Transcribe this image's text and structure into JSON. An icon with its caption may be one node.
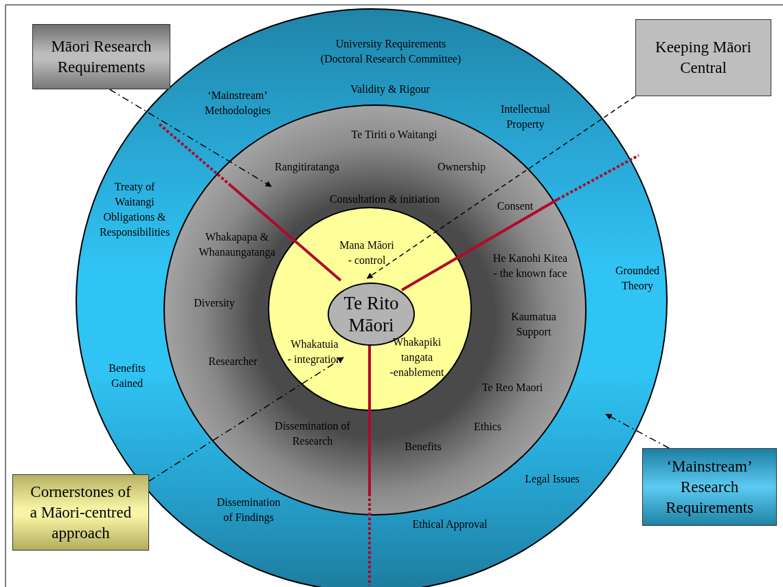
{
  "diagram": {
    "nodes": [
      {
        "text": [],
        "shape": "circle"
      },
      {
        "text": [],
        "shape": "circle",
        "in": 0
      },
      {
        "text": [],
        "shape": "circle",
        "in": 1
      },
      {
        "text": [
          "Te Rito Māori"
        ],
        "in": 2
      },
      {
        "text": [
          "Māori Research Requirements"
        ]
      },
      {
        "text": [
          "Keeping Māori Central"
        ]
      },
      {
        "text": [
          "Cornerstones of a Māori-centred approach"
        ]
      },
      {
        "text": [
          "‘Mainstream’ Research Requirements"
        ]
      }
    ],
    "edges": [
      {
        "from": 4,
        "to": 1,
        "arrow": "to",
        "style": "dashed"
      },
      {
        "from": 5,
        "to": 3,
        "arrow": "to",
        "style": "dashed"
      },
      {
        "from": 6,
        "to": 2,
        "arrow": "to",
        "style": "dashed"
      },
      {
        "from": 7,
        "to": 0,
        "arrow": "to",
        "style": "dashed"
      }
    ],
    "labels": [
      "University Requirements (Doctoral Research Committee)",
      "Validity & Rigour",
      "‘Mainstream’ Methodologies",
      "Intellectual Property",
      "Te Tiriti o Waitangi",
      "Rangitiratanga",
      "Ownership",
      "Consultation & initiation",
      "Consent",
      "Treaty of Waitangi Obligations & Responsibilities",
      "Whakapapa & Whanaungatanga",
      "Mana Māori - control",
      "He Kanohi Kitea - the known face",
      "Grounded Theory",
      "Diversity",
      "Kaumatua Support",
      "Whakatuia - integration",
      "Whakapiki tangata -enablement",
      "Researcher",
      "Benefits Gained",
      "Te Reo Maori",
      "Dissemination of Research",
      "Ethics",
      "Benefits",
      "Legal Issues",
      "Dissemination of Findings",
      "Ethical Approval"
    ]
  }
}
